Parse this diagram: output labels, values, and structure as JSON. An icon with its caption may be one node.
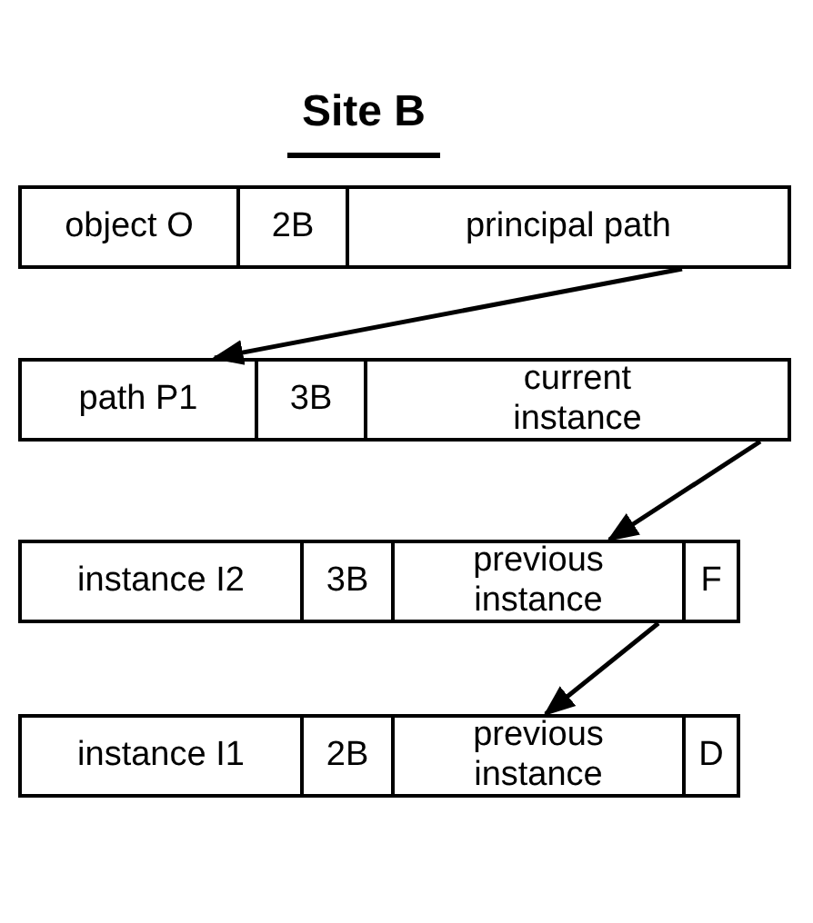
{
  "diagram": {
    "title": "Site B",
    "nodes": [
      {
        "text": [
          "object O"
        ]
      },
      {
        "text": [
          "2B"
        ]
      },
      {
        "text": [
          "principal path"
        ]
      },
      {
        "text": [
          "path P1"
        ]
      },
      {
        "text": [
          "3B"
        ]
      },
      {
        "text": [
          "current instance"
        ]
      },
      {
        "text": [
          "instance I2"
        ]
      },
      {
        "text": [
          "3B"
        ]
      },
      {
        "text": [
          "previous instance"
        ]
      },
      {
        "text": [
          "F"
        ]
      },
      {
        "text": [
          "instance I1"
        ]
      },
      {
        "text": [
          "2B"
        ]
      },
      {
        "text": [
          "previous instance"
        ]
      },
      {
        "text": [
          "D"
        ]
      }
    ],
    "edges": [
      {
        "from": 2,
        "to": 3,
        "arrow": "to"
      },
      {
        "from": 5,
        "to": 8,
        "arrow": "to"
      },
      {
        "from": 8,
        "to": 12,
        "arrow": "to"
      }
    ]
  }
}
